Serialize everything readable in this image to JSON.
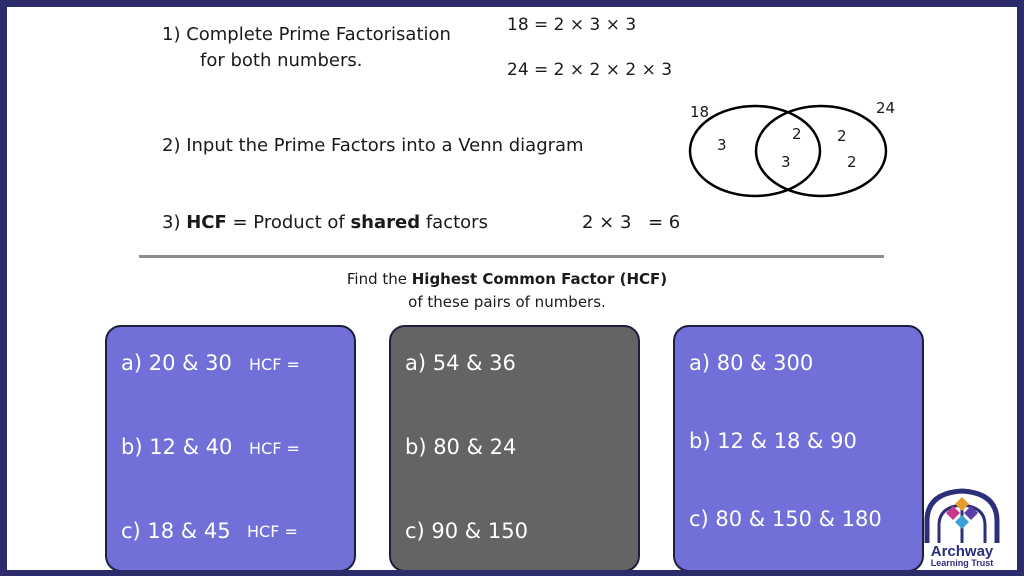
{
  "steps": {
    "step1_line1": "1) Complete Prime Factorisation",
    "step1_line2": "for both numbers.",
    "step2": "2) Input the Prime Factors into a Venn diagram",
    "step3_prefix": "3) ",
    "step3_hcf": "HCF",
    "step3_mid": " = Product of ",
    "step3_shared": "shared",
    "step3_suffix": " factors",
    "step3_product": "2 × 3",
    "step3_result": "= 6"
  },
  "factorisations": {
    "eq18": "18 = 2 × 3 × 3",
    "eq24": "24 = 2 × 2 × 2 × 3"
  },
  "venn": {
    "left_label": "18",
    "right_label": "24",
    "left_only": [
      "3"
    ],
    "shared": [
      "2",
      "3"
    ],
    "right_only": [
      "2",
      "2"
    ]
  },
  "instructions": {
    "prefix": "Find the ",
    "bold": "Highest Common Factor (HCF)",
    "line2": "of these pairs of numbers."
  },
  "panels": [
    {
      "questions": [
        "a) 20 & 30",
        "b) 12 & 40",
        "c) 18 & 45"
      ],
      "hcf_label": "HCF =",
      "color": "#7070d8"
    },
    {
      "questions": [
        "a) 54 & 36",
        "b) 80 & 24",
        "c) 90 & 150"
      ],
      "color": "#646464"
    },
    {
      "questions": [
        "a) 80 & 300",
        "b) 12 & 18 & 90",
        "c) 80 & 150 & 180"
      ],
      "color": "#7070d8"
    }
  ],
  "logo": {
    "name": "Archway",
    "subtitle": "Learning Trust"
  }
}
